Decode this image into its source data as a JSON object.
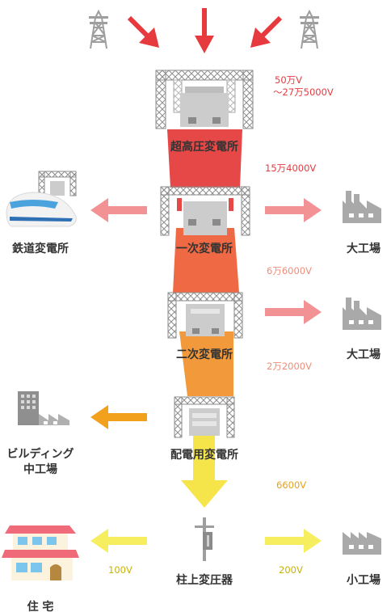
{
  "colors": {
    "red": "#e63a3f",
    "stage1": "#e64848",
    "stage2": "#ef6a44",
    "stage3": "#f29a3b",
    "stage4": "#f5c23a",
    "stage5": "#f5e54b",
    "arrow_pink": "#f39294",
    "arrow_orange": "#f2a11d",
    "arrow_yellow": "#f6ee5f",
    "tower_gray": "#9e9e9e",
    "label": "#333333"
  },
  "substations": {
    "super_high": "超高圧変電所",
    "primary": "一次変電所",
    "secondary": "二次変電所",
    "distribution": "配電用変電所",
    "pole_transformer": "柱上変圧器"
  },
  "consumers": {
    "railway": "鉄道変電所",
    "factory_large_1": "大工場",
    "factory_large_2": "大工場",
    "building_line1": "ビルディング",
    "building_line2": "中工場",
    "house": "住 宅",
    "factory_small": "小工場"
  },
  "voltages": {
    "incoming_line1": "50万V",
    "incoming_line2": "～27万5000V",
    "v154k": "15万4000V",
    "v66k": "6万6000V",
    "v22k": "2万2000V",
    "v6600": "6600V",
    "v100": "100V",
    "v200": "200V"
  },
  "icons": {
    "transmission_tower": "transmission-tower-icon",
    "substation": "substation-icon",
    "factory": "factory-icon",
    "train": "bullet-train-icon",
    "building": "building-icon",
    "house": "house-icon",
    "utility_pole": "utility-pole-icon",
    "arrow": "arrow-icon"
  }
}
